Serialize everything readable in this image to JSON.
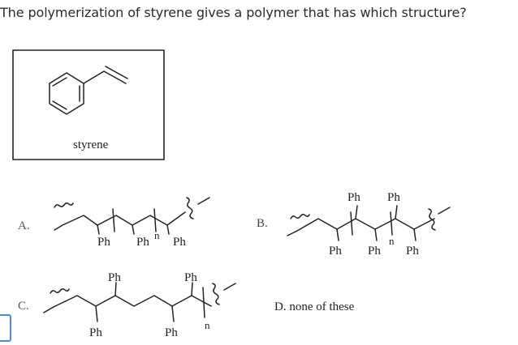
{
  "question": "The polymerization of styrene gives a polymer that has which structure?",
  "styrene_label": "styrene",
  "options": {
    "a": {
      "letter": "A.",
      "sub_labels": [
        "Ph",
        "Ph",
        "Ph"
      ],
      "repeat": "n"
    },
    "b": {
      "letter": "B.",
      "top_labels": [
        "Ph",
        "Ph"
      ],
      "bottom_labels": [
        "Ph",
        "Ph",
        "Ph"
      ],
      "repeat": "n"
    },
    "c": {
      "letter": "C.",
      "top_labels": [
        "Ph",
        "Ph"
      ],
      "bottom_labels": [
        "Ph",
        "Ph"
      ],
      "repeat": "n"
    },
    "d": {
      "text": "D. none of these"
    }
  }
}
